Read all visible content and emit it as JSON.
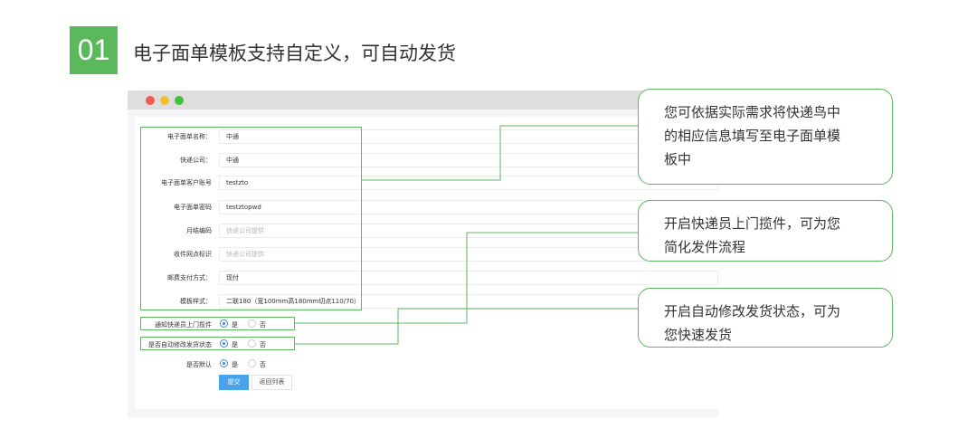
{
  "header": {
    "number": "01",
    "title": "电子面单模板支持自定义，可自动发货"
  },
  "form": {
    "rows": [
      {
        "label": "电子面单名称：",
        "value": "中通",
        "placeholder": false
      },
      {
        "label": "快递公司：",
        "value": "中通",
        "placeholder": false
      },
      {
        "label": "电子面单客户账号",
        "value": "testzto",
        "placeholder": false
      },
      {
        "label": "电子面单密码",
        "value": "testztopwd",
        "placeholder": false
      },
      {
        "label": "月结编码",
        "value": "快递公司提供",
        "placeholder": true
      },
      {
        "label": "收件网点标识",
        "value": "快递公司提供",
        "placeholder": true
      },
      {
        "label": "邮费支付方式：",
        "value": "现付",
        "placeholder": false
      },
      {
        "label": "模板样式：",
        "value": "二联180（宽100mm高180mm切点110/70）",
        "placeholder": false
      }
    ],
    "radio_rows": [
      {
        "label": "通知快递员上门揽件",
        "yes": "是",
        "no": "否",
        "selected": "yes"
      },
      {
        "label": "是否自动修改发货状态",
        "yes": "是",
        "no": "否",
        "selected": "yes"
      },
      {
        "label": "是否默认",
        "yes": "是",
        "no": "否",
        "selected": "yes"
      }
    ],
    "submit_label": "提交",
    "back_label": "返回列表"
  },
  "callouts": [
    {
      "lines": [
        "您可依据实际需求将快递鸟中",
        "的相应信息填写至电子面单模",
        "板中"
      ]
    },
    {
      "lines": [
        "开启快递员上门揽件，可为您",
        "简化发件流程"
      ]
    },
    {
      "lines": [
        "开启自动修改发货状态，可为",
        "您快速发货"
      ]
    }
  ],
  "colors": {
    "accent_green": "#5cb85c",
    "primary_blue": "#4aa3e8",
    "radio_blue": "#3d8bd9"
  }
}
